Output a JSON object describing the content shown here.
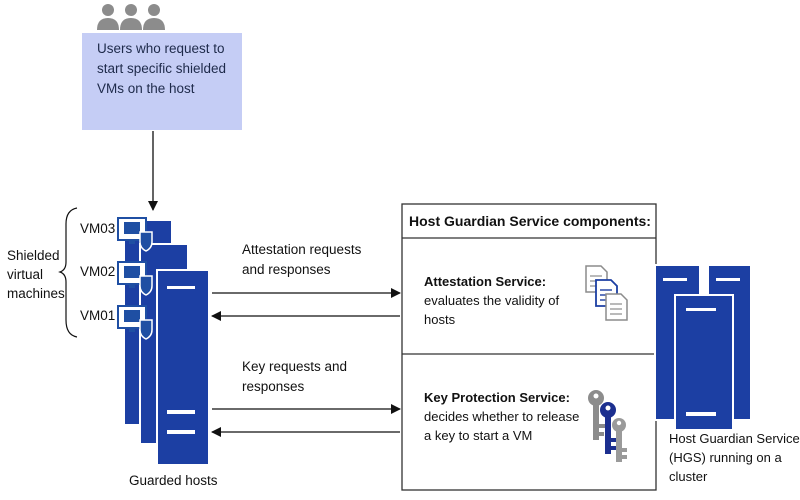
{
  "users": {
    "description_lines": [
      "Users who request to",
      "start specific shielded",
      "VMs on the host"
    ]
  },
  "shielded": {
    "label_lines": [
      "Shielded",
      "virtual",
      "machines"
    ],
    "vm_labels": [
      "VM03",
      "VM02",
      "VM01"
    ]
  },
  "guarded_hosts": {
    "label": "Guarded hosts"
  },
  "attestation_flow": {
    "label_lines": [
      "Attestation requests",
      "and responses"
    ]
  },
  "key_flow": {
    "label_lines": [
      "Key requests and",
      "responses"
    ]
  },
  "hgs_components": {
    "title": "Host Guardian Service components:",
    "attestation": {
      "name": "Attestation Service:",
      "desc_lines": [
        "evaluates the validity of",
        "hosts"
      ]
    },
    "key_protection": {
      "name": "Key Protection Service:",
      "desc_lines": [
        "decides whether to release",
        "a key to start a VM"
      ]
    }
  },
  "hgs_cluster": {
    "label_lines": [
      "Host Guardian Service",
      "(HGS) running on a",
      "cluster"
    ]
  },
  "colors": {
    "server_blue": "#1c3fa3",
    "users_box": "#c5cdf5",
    "icon_gray": "#8c8c8c",
    "key_blue": "#1c2f8f",
    "vm_blue": "#1f4fa3"
  }
}
